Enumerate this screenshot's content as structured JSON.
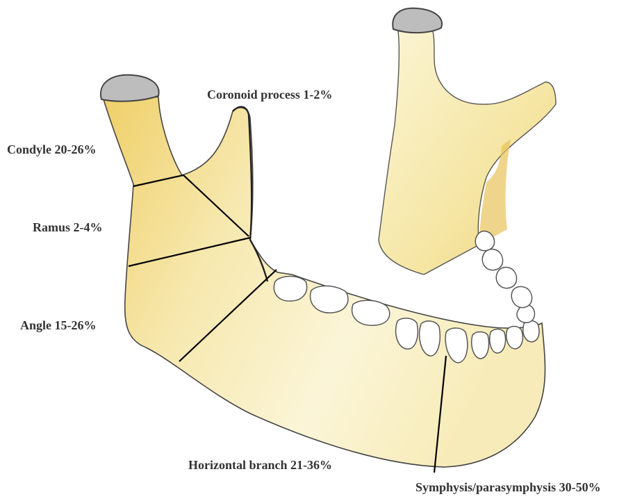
{
  "labels": {
    "coronoid": "Coronoid process 1-2%",
    "condyle": "Condyle 20-26%",
    "ramus": "Ramus 2-4%",
    "angle": "Angle 15-26%",
    "horizontal": "Horizontal branch 21-36%",
    "symphysis": "Symphysis/parasymphysis 30-50%"
  },
  "colors": {
    "bone_fill": "#f5e7a6",
    "bone_shade": "#e9c95a",
    "cartilage": "#b8b8b8",
    "outline": "#444444",
    "region_line": "#000000",
    "text": "#333333"
  }
}
